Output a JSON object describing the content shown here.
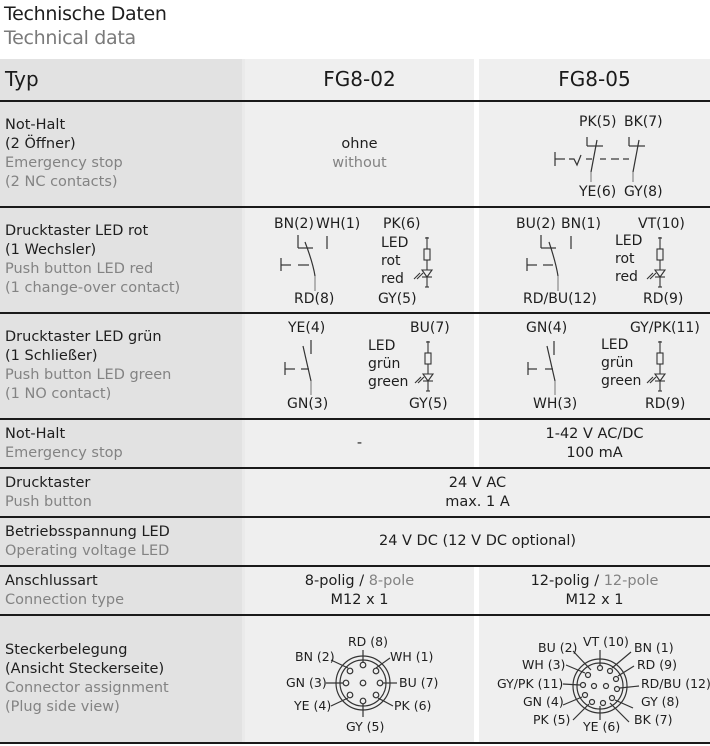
{
  "header": {
    "title_de": "Technische Daten",
    "title_en": "Technical data"
  },
  "table": {
    "type_label": "Typ",
    "columns": [
      "FG8-02",
      "FG8-05"
    ],
    "rows": [
      {
        "label_de": [
          "Not-Halt",
          "(2 Öffner)"
        ],
        "label_en": [
          "Emergency stop",
          "(2 NC contacts)"
        ],
        "fg8_02": {
          "de": "ohne",
          "en": "without"
        },
        "fg8_05": {
          "diagram": "emergency-stop-2nc",
          "top_left": "PK(5)",
          "top_right": "BK(7)",
          "bottom_left": "YE(6)",
          "bottom_right": "GY(8)"
        }
      },
      {
        "label_de": [
          "Drucktaster LED rot",
          "(1 Wechsler)"
        ],
        "label_en": [
          "Push button LED red",
          "(1 change-over contact)"
        ],
        "fg8_02": {
          "switch_top_left": "BN(2)",
          "switch_top_right": "WH(1)",
          "switch_bottom": "RD(8)",
          "led_label": [
            "LED",
            "rot",
            "red"
          ],
          "led_top": "PK(6)",
          "led_bottom": "GY(5)"
        },
        "fg8_05": {
          "switch_top_left": "BU(2)",
          "switch_top_right": "BN(1)",
          "switch_bottom": "RD/BU(12)",
          "led_label": [
            "LED",
            "rot",
            "red"
          ],
          "led_top": "VT(10)",
          "led_bottom": "RD(9)"
        }
      },
      {
        "label_de": [
          "Drucktaster LED grün",
          "(1 Schließer)"
        ],
        "label_en": [
          "Push button LED green",
          "(1 NO contact)"
        ],
        "fg8_02": {
          "switch_top": "YE(4)",
          "switch_bottom": "GN(3)",
          "led_label": [
            "LED",
            "grün",
            "green"
          ],
          "led_top": "BU(7)",
          "led_bottom": "GY(5)"
        },
        "fg8_05": {
          "switch_top": "GN(4)",
          "switch_bottom": "WH(3)",
          "led_label": [
            "LED",
            "grün",
            "green"
          ],
          "led_top": "GY/PK(11)",
          "led_bottom": "RD(9)"
        }
      },
      {
        "label_de": [
          "Not-Halt"
        ],
        "label_en": [
          "Emergency stop"
        ],
        "fg8_02": "-",
        "fg8_05": [
          "1-42 V AC/DC",
          "100 mA"
        ]
      },
      {
        "label_de": [
          "Drucktaster"
        ],
        "label_en": [
          "Push button"
        ],
        "both": [
          "24 V AC",
          "max. 1 A"
        ]
      },
      {
        "label_de": [
          "Betriebsspannung LED"
        ],
        "label_en": [
          "Operating voltage LED"
        ],
        "both": [
          "24 V DC (12 V DC optional)"
        ]
      },
      {
        "label_de": [
          "Anschlussart"
        ],
        "label_en": [
          "Connection type"
        ],
        "fg8_02": {
          "de": "8-polig",
          "sep": " / ",
          "en": "8-pole",
          "thread": "M12 x 1"
        },
        "fg8_05": {
          "de": "12-polig",
          "sep": " / ",
          "en": "12-pole",
          "thread": "M12 x 1"
        }
      },
      {
        "label_de": [
          "Steckerbelegung",
          "(Ansicht Steckerseite)"
        ],
        "label_en": [
          "Connector assignment",
          "(Plug side view)"
        ],
        "fg8_02": {
          "pins": [
            "RD (8)",
            "BN (2)",
            "WH (1)",
            "GN (3)",
            "BU (7)",
            "YE (4)",
            "PK (6)",
            "GY (5)"
          ]
        },
        "fg8_05": {
          "pins": [
            "BU (2)",
            "VT (10)",
            "BN (1)",
            "WH (3)",
            "RD (9)",
            "GY/PK (11)",
            "RD/BU (12)",
            "GN (4)",
            "GY (8)",
            "PK (5)",
            "YE (6)",
            "BK (7)"
          ]
        }
      }
    ]
  },
  "colors": {
    "label_bg": "#e2e2e2",
    "cell_bg": "#efefef",
    "rule": "#1a1a1a",
    "text_de": "#1e1e1e",
    "text_en": "#838383"
  }
}
